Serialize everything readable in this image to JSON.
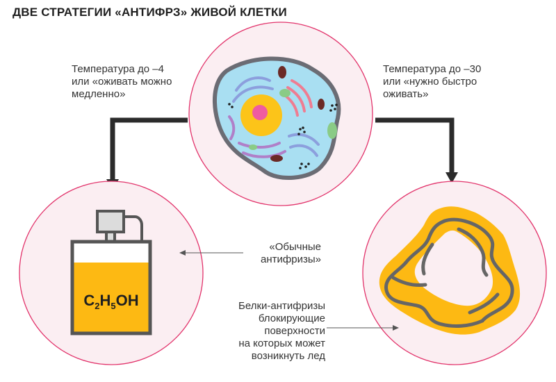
{
  "title": "ДВЕ СТРАТЕГИИ «АНТИФРЗ» ЖИВОЙ КЛЕТКИ",
  "left_strategy": {
    "lines": [
      "Температура до –4",
      "или «оживать можно",
      "медленно»"
    ]
  },
  "right_strategy": {
    "lines": [
      "Температура до –30",
      "или «нужно быстро",
      "оживать»"
    ]
  },
  "ordinary_antifreeze": {
    "lines": [
      "«Обычные",
      "антифризы»"
    ]
  },
  "protein_antifreeze": {
    "lines": [
      "Белки-антифризы",
      "блокирующие",
      "поверхности",
      "на которых может",
      "возникнуть лед"
    ]
  },
  "formula": {
    "parts": [
      "C",
      "2",
      "H",
      "5",
      "OH"
    ]
  },
  "colors": {
    "circle_fill": "#fbeef2",
    "circle_stroke": "#e2336b",
    "arrow": "#2b2b2b",
    "cell_fill": "#a9dff2",
    "cell_stroke": "#6b6c74",
    "nucleus": "#fcc419",
    "nucleolus": "#ef5ba1",
    "liquid": "#fdb913",
    "protein_yellow": "#fdb913",
    "protein_gray": "#666666"
  }
}
